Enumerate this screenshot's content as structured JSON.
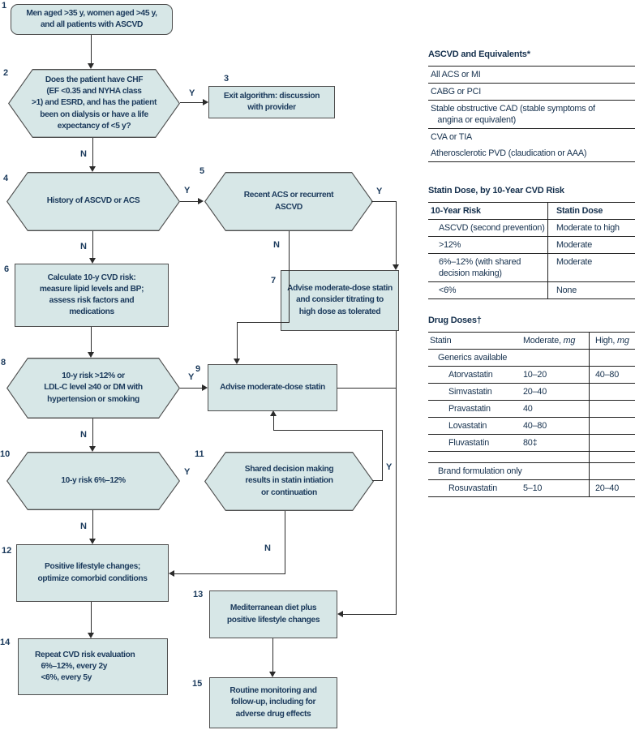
{
  "figure": {
    "yes_label": "Y",
    "no_label": "N",
    "nodes": {
      "n1": {
        "num": "1",
        "text": "Men aged >35 y, women aged >45 y,\nand all patients with ASCVD"
      },
      "n2": {
        "num": "2",
        "text": "Does the patient have CHF\n(EF <0.35 and NYHA class\n>1) and ESRD, and has the patient\nbeen on dialysis or have a life\nexpectancy of <5 y?"
      },
      "n3": {
        "num": "3",
        "text": "Exit algorithm: discussion\nwith provider"
      },
      "n4": {
        "num": "4",
        "text": "History of ASCVD or ACS"
      },
      "n5": {
        "num": "5",
        "text": "Recent ACS or recurrent\nASCVD"
      },
      "n6": {
        "num": "6",
        "text": "Calculate 10-y CVD risk:\nmeasure lipid levels and BP;\nassess risk factors and\nmedications"
      },
      "n7": {
        "num": "7",
        "text": "Advise moderate-dose statin\nand consider titrating to\nhigh dose as tolerated"
      },
      "n8": {
        "num": "8",
        "text": "10-y risk >12% or\nLDL-C level ≥40 or DM with\nhypertension or smoking"
      },
      "n9": {
        "num": "9",
        "text": "Advise moderate-dose statin"
      },
      "n10": {
        "num": "10",
        "text": "10-y risk 6%–12%"
      },
      "n11": {
        "num": "11",
        "text": "Shared decision making\nresults in statin intiation\nor continuation"
      },
      "n12": {
        "num": "12",
        "text": "Positive lifestyle changes;\noptimize comorbid conditions"
      },
      "n13": {
        "num": "13",
        "text": "Mediterranean diet plus\npositive lifestyle changes"
      },
      "n14": {
        "num": "14",
        "text": "Repeat CVD risk evaluation\n   6%–12%, every 2y\n   <6%, every 5y"
      },
      "n15": {
        "num": "15",
        "text": "Routine monitoring and\nfollow-up, including for\nadverse drug effects"
      }
    }
  },
  "tables": {
    "ascvd": {
      "title": "ASCVD and Equivalents*",
      "rows": [
        "All ACS or MI",
        "CABG or PCI",
        "Stable obstructive CAD (stable symptoms of\n   angina or equivalent)",
        "CVA or TIA",
        "Atherosclerotic PVD (claudication or AAA)"
      ]
    },
    "statin_dose": {
      "title": "Statin Dose, by 10-Year CVD Risk",
      "headers": [
        "10-Year Risk",
        "Statin Dose"
      ],
      "rows": [
        [
          "ASCVD (second prevention)",
          "Moderate to high"
        ],
        [
          ">12%",
          "Moderate"
        ],
        [
          "6%–12% (with shared\ndecision making)",
          "Moderate"
        ],
        [
          "<6%",
          "None"
        ]
      ]
    },
    "drug_doses": {
      "title": "Drug Doses†",
      "headers": {
        "c1": "Statin",
        "c2": "Moderate,",
        "c2_unit": "mg",
        "c3": "High,",
        "c3_unit": "mg"
      },
      "rows": [
        {
          "c1": "Generics available",
          "c2": "",
          "c3": ""
        },
        {
          "c1": "Atorvastatin",
          "c2": "10–20",
          "c3": "40–80"
        },
        {
          "c1": "Simvastatin",
          "c2": "20–40",
          "c3": ""
        },
        {
          "c1": "Pravastatin",
          "c2": "40",
          "c3": ""
        },
        {
          "c1": "Lovastatin",
          "c2": "40–80",
          "c3": ""
        },
        {
          "c1": "Fluvastatin",
          "c2": "80‡",
          "c3": ""
        },
        {
          "c1": "",
          "c2": "",
          "c3": ""
        },
        {
          "c1": "Brand formulation only",
          "c2": "",
          "c3": ""
        },
        {
          "c1": "Rosuvastatin",
          "c2": "5–10",
          "c3": "20–40"
        }
      ]
    }
  },
  "colors": {
    "node_fill": "#d7e7e7",
    "node_border": "#4d4d4d",
    "text": "#1b3a5c",
    "line": "#2b2b2b"
  }
}
